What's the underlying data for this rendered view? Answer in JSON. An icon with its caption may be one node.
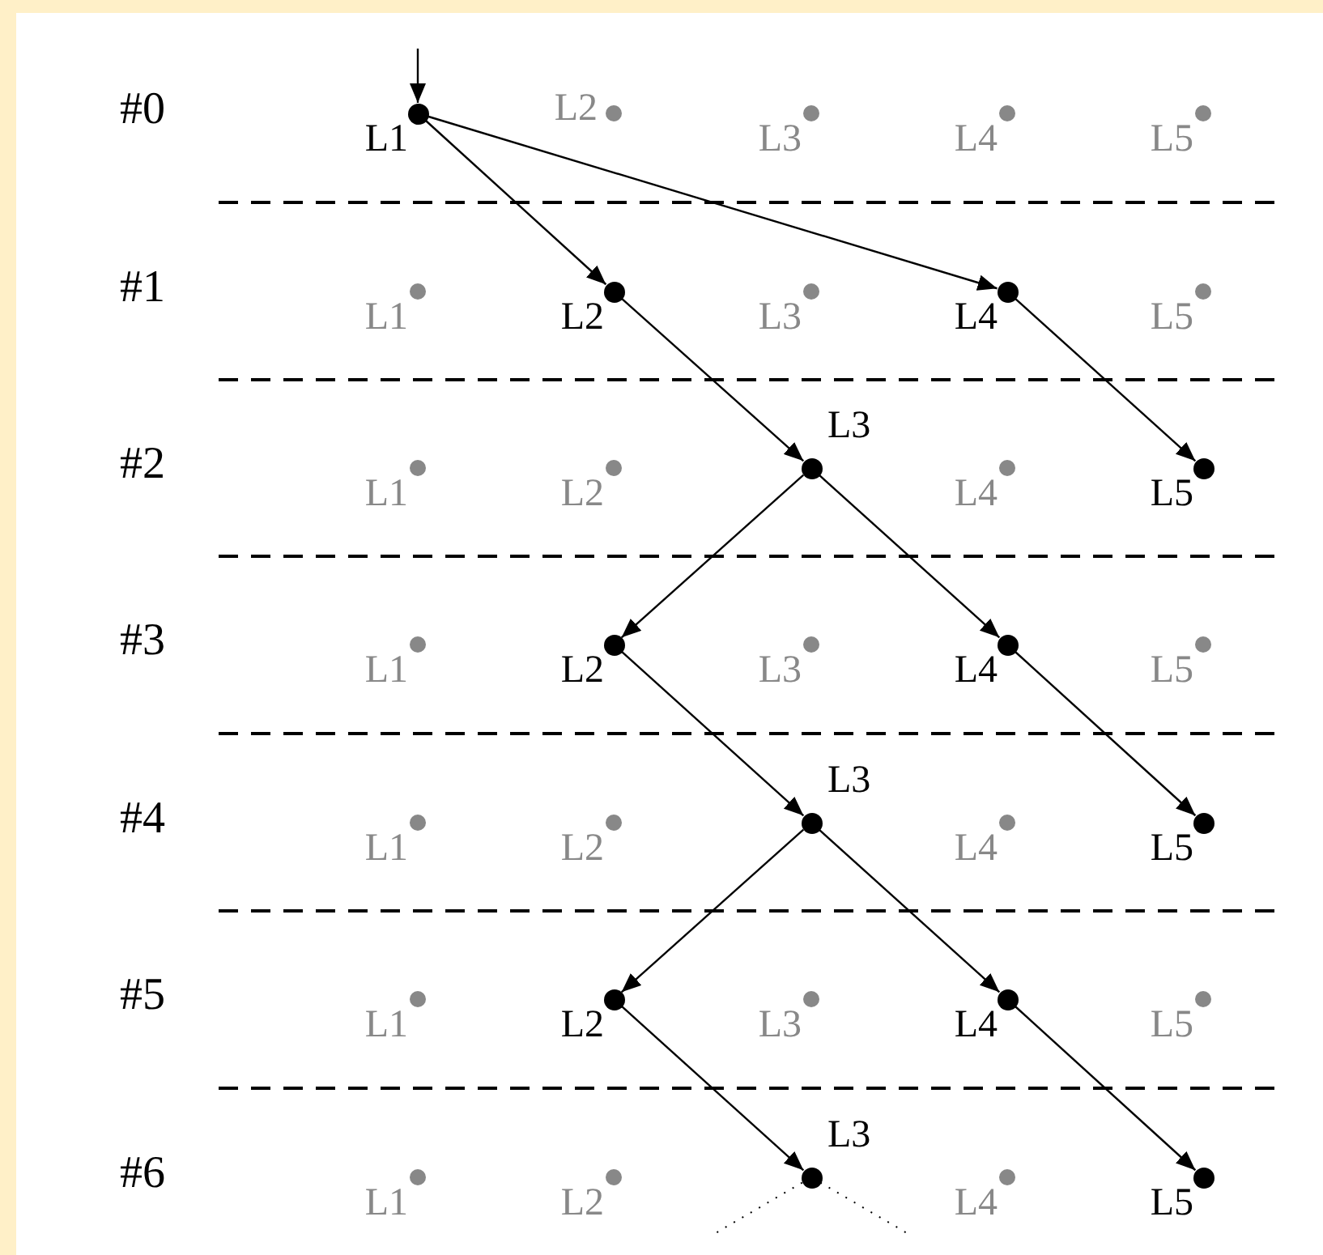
{
  "diagram": {
    "nodes": [
      {
        "text": [],
        "shape": "circle",
        "beside": [
          "L1"
        ]
      },
      {
        "text": [],
        "shape": "circle",
        "beside": [
          "L2"
        ]
      },
      {
        "text": [],
        "shape": "circle",
        "beside": [
          "L3"
        ]
      },
      {
        "text": [],
        "shape": "circle",
        "beside": [
          "L4"
        ]
      },
      {
        "text": [],
        "shape": "circle",
        "beside": [
          "L5"
        ]
      },
      {
        "text": [],
        "shape": "circle",
        "beside": [
          "L1"
        ]
      },
      {
        "text": [],
        "shape": "circle",
        "beside": [
          "L2"
        ]
      },
      {
        "text": [],
        "shape": "circle",
        "beside": [
          "L3"
        ]
      },
      {
        "text": [],
        "shape": "circle",
        "beside": [
          "L4"
        ]
      },
      {
        "text": [],
        "shape": "circle",
        "beside": [
          "L5"
        ]
      },
      {
        "text": [],
        "shape": "circle",
        "beside": [
          "L1"
        ]
      },
      {
        "text": [],
        "shape": "circle",
        "beside": [
          "L2"
        ]
      },
      {
        "text": [],
        "shape": "circle",
        "beside": [
          "L3"
        ]
      },
      {
        "text": [],
        "shape": "circle",
        "beside": [
          "L4"
        ]
      },
      {
        "text": [],
        "shape": "circle",
        "beside": [
          "L5"
        ]
      },
      {
        "text": [],
        "shape": "circle",
        "beside": [
          "L1"
        ]
      },
      {
        "text": [],
        "shape": "circle",
        "beside": [
          "L2"
        ]
      },
      {
        "text": [],
        "shape": "circle",
        "beside": [
          "L3"
        ]
      },
      {
        "text": [],
        "shape": "circle",
        "beside": [
          "L4"
        ]
      },
      {
        "text": [],
        "shape": "circle",
        "beside": [
          "L5"
        ]
      },
      {
        "text": [],
        "shape": "circle",
        "beside": [
          "L1"
        ]
      },
      {
        "text": [],
        "shape": "circle",
        "beside": [
          "L2"
        ]
      },
      {
        "text": [],
        "shape": "circle",
        "beside": [
          "L3"
        ]
      },
      {
        "text": [],
        "shape": "circle",
        "beside": [
          "L4"
        ]
      },
      {
        "text": [],
        "shape": "circle",
        "beside": [
          "L5"
        ]
      },
      {
        "text": [],
        "shape": "circle",
        "beside": [
          "L1"
        ]
      },
      {
        "text": [],
        "shape": "circle",
        "beside": [
          "L2"
        ]
      },
      {
        "text": [],
        "shape": "circle",
        "beside": [
          "L3"
        ]
      },
      {
        "text": [],
        "shape": "circle",
        "beside": [
          "L4"
        ]
      },
      {
        "text": [],
        "shape": "circle",
        "beside": [
          "L5"
        ]
      },
      {
        "text": [],
        "shape": "circle",
        "beside": [
          "L1"
        ]
      },
      {
        "text": [],
        "shape": "circle",
        "beside": [
          "L2"
        ]
      },
      {
        "text": [],
        "shape": "circle",
        "beside": [
          "L3"
        ]
      },
      {
        "text": [],
        "shape": "circle",
        "beside": [
          "L4"
        ]
      },
      {
        "text": [],
        "shape": "circle",
        "beside": [
          "L5"
        ]
      }
    ],
    "edges": [
      {
        "from": null,
        "to": 0,
        "arrow": "to"
      },
      {
        "from": 0,
        "to": 6,
        "arrow": "to"
      },
      {
        "from": 0,
        "to": 8,
        "arrow": "to"
      },
      {
        "from": 6,
        "to": 12,
        "arrow": "to"
      },
      {
        "from": 8,
        "to": 14,
        "arrow": "to"
      },
      {
        "from": 12,
        "to": 16,
        "arrow": "to"
      },
      {
        "from": 12,
        "to": 18,
        "arrow": "to"
      },
      {
        "from": 16,
        "to": 22,
        "arrow": "to"
      },
      {
        "from": 18,
        "to": 24,
        "arrow": "to"
      },
      {
        "from": 22,
        "to": 26,
        "arrow": "to"
      },
      {
        "from": 22,
        "to": 28,
        "arrow": "to"
      },
      {
        "from": 26,
        "to": 32,
        "arrow": "to"
      },
      {
        "from": 28,
        "to": 34,
        "arrow": "to"
      },
      {
        "from": 32,
        "to": null,
        "arrow": "none",
        "style": "dashed"
      },
      {
        "from": 32,
        "to": null,
        "arrow": "none",
        "style": "dashed"
      }
    ],
    "labels": [
      "#0",
      "#1",
      "#2",
      "#3",
      "#4",
      "#5",
      "#6"
    ]
  }
}
